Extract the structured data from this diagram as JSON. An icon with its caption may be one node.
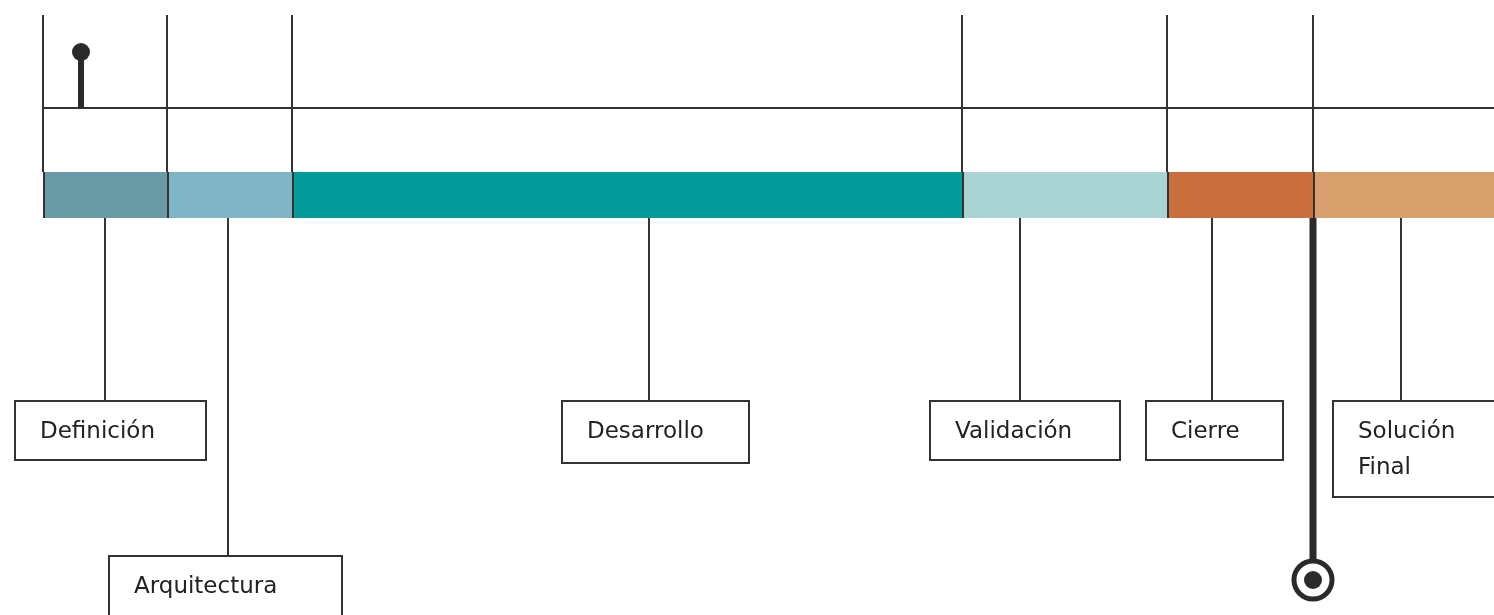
{
  "diagram": {
    "nodes": [
      {
        "text": [],
        "shape": "bar"
      },
      {
        "text": [],
        "shape": "bar"
      },
      {
        "text": [],
        "shape": "bar"
      },
      {
        "text": [],
        "shape": "bar"
      },
      {
        "text": [],
        "shape": "bar"
      },
      {
        "text": [],
        "shape": "bar"
      },
      {
        "text": [
          "Definición"
        ]
      },
      {
        "text": [
          "Desarrollo"
        ]
      },
      {
        "text": [
          "Validación"
        ]
      },
      {
        "text": [
          "Cierre"
        ]
      },
      {
        "text": [
          "Solución Final"
        ]
      },
      {
        "text": [
          "Arquitectura"
        ]
      }
    ],
    "edges": [
      {
        "from": 6,
        "to": 0,
        "arrow": "none"
      },
      {
        "from": 11,
        "to": 1,
        "arrow": "none"
      },
      {
        "from": 7,
        "to": 2,
        "arrow": "none"
      },
      {
        "from": 8,
        "to": 3,
        "arrow": "none"
      },
      {
        "from": 9,
        "to": 4,
        "arrow": "none"
      },
      {
        "from": 10,
        "to": 5,
        "arrow": "none"
      }
    ]
  }
}
